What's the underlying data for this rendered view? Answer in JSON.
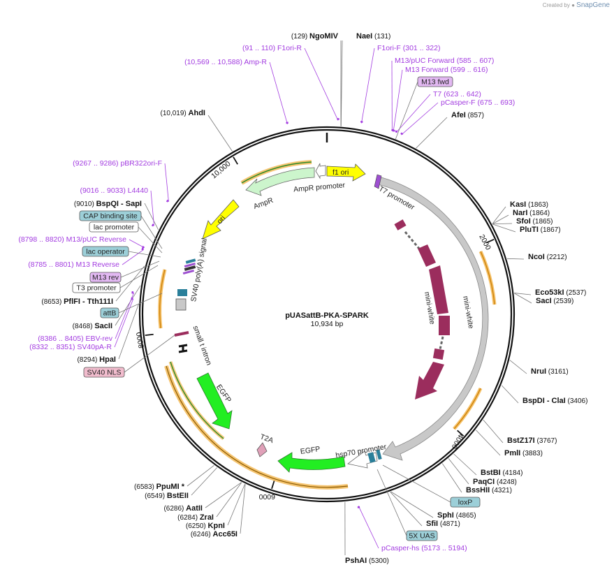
{
  "app": {
    "credit_label": "Created by",
    "credit_brand": "SnapGene"
  },
  "plasmid": {
    "name": "pUASattB-PKA-SPARK",
    "size_label": "10,934 bp"
  },
  "colors": {
    "backbone": "#111111",
    "primer": "#a23be0",
    "orange": "#f2b040",
    "grey": "#c8c8c8",
    "ori": "#ffff00",
    "ampr": "#ccf5cc",
    "egfp": "#22ee22",
    "maroon": "#9b2d5d",
    "teal": "#2a7f9a",
    "box_blue": "#9ccfd8",
    "box_purple": "#e2b8f2",
    "box_pink": "#f1bccd"
  },
  "ticks": [
    {
      "label": "2000",
      "bp": 2000
    },
    {
      "label": "4000",
      "bp": 4000
    },
    {
      "label": "6000",
      "bp": 6000
    },
    {
      "label": "8000",
      "bp": 8000
    },
    {
      "label": "10,000",
      "bp": 10000
    }
  ],
  "enzymes": [
    {
      "id": "ngomiv",
      "name": "NgoMIV",
      "pos": "(129)",
      "bp": 129,
      "side": "left"
    },
    {
      "id": "naei",
      "name": "NaeI",
      "pos": "(131)",
      "bp": 131,
      "side": "right"
    },
    {
      "id": "afei",
      "name": "AfeI",
      "pos": "(857)",
      "bp": 857,
      "side": "right"
    },
    {
      "id": "kasi",
      "name": "KasI",
      "pos": "(1863)",
      "bp": 1863,
      "side": "right"
    },
    {
      "id": "nari",
      "name": "NarI",
      "pos": "(1864)",
      "bp": 1864,
      "side": "right"
    },
    {
      "id": "sfoi",
      "name": "SfoI",
      "pos": "(1865)",
      "bp": 1865,
      "side": "right"
    },
    {
      "id": "pluti",
      "name": "PluTI",
      "pos": "(1867)",
      "bp": 1867,
      "side": "right"
    },
    {
      "id": "ncoi",
      "name": "NcoI",
      "pos": "(2212)",
      "bp": 2212,
      "side": "right"
    },
    {
      "id": "eco53ki",
      "name": "Eco53kI",
      "pos": "(2537)",
      "bp": 2537,
      "side": "right"
    },
    {
      "id": "saci",
      "name": "SacI",
      "pos": "(2539)",
      "bp": 2539,
      "side": "right"
    },
    {
      "id": "nrui",
      "name": "NruI",
      "pos": "(3161)",
      "bp": 3161,
      "side": "right"
    },
    {
      "id": "bspdi",
      "name": "BspDI - ClaI",
      "pos": "(3406)",
      "bp": 3406,
      "side": "right"
    },
    {
      "id": "bstz17i",
      "name": "BstZ17I",
      "pos": "(3767)",
      "bp": 3767,
      "side": "right"
    },
    {
      "id": "pmli",
      "name": "PmlI",
      "pos": "(3883)",
      "bp": 3883,
      "side": "right"
    },
    {
      "id": "bstbi",
      "name": "BstBI",
      "pos": "(4184)",
      "bp": 4184,
      "side": "right"
    },
    {
      "id": "paqci",
      "name": "PaqCI",
      "pos": "(4248)",
      "bp": 4248,
      "side": "right"
    },
    {
      "id": "bsshii",
      "name": "BssHII",
      "pos": "(4321)",
      "bp": 4321,
      "side": "right"
    },
    {
      "id": "sphi",
      "name": "SphI",
      "pos": "(4865)",
      "bp": 4865,
      "side": "right"
    },
    {
      "id": "sfii",
      "name": "SfiI",
      "pos": "(4871)",
      "bp": 4871,
      "side": "right"
    },
    {
      "id": "pshai",
      "name": "PshAI",
      "pos": "(5300)",
      "bp": 5300,
      "side": "right"
    },
    {
      "id": "ppumi",
      "name": "PpuMI *",
      "pos": "(6583)",
      "bp": 6583,
      "side": "left"
    },
    {
      "id": "bsteii",
      "name": "BstEII",
      "pos": "(6549)",
      "bp": 6549,
      "side": "left"
    },
    {
      "id": "aatii",
      "name": "AatII",
      "pos": "(6286)",
      "bp": 6286,
      "side": "left"
    },
    {
      "id": "zrai",
      "name": "ZraI",
      "pos": "(6284)",
      "bp": 6284,
      "side": "left"
    },
    {
      "id": "kpni",
      "name": "KpnI",
      "pos": "(6250)",
      "bp": 6250,
      "side": "left"
    },
    {
      "id": "acc65i",
      "name": "Acc65I",
      "pos": "(6246)",
      "bp": 6246,
      "side": "left"
    },
    {
      "id": "hpai",
      "name": "HpaI",
      "pos": "(8294)",
      "bp": 8294,
      "side": "left"
    },
    {
      "id": "sacii",
      "name": "SacII",
      "pos": "(8468)",
      "bp": 8468,
      "side": "left"
    },
    {
      "id": "pflfi",
      "name": "PflFI - Tth111I",
      "pos": "(8653)",
      "bp": 8653,
      "side": "left"
    },
    {
      "id": "bspqi",
      "name": "BspQI - SapI",
      "pos": "(9010)",
      "bp": 9010,
      "side": "left"
    },
    {
      "id": "ahdi",
      "name": "AhdI",
      "pos": "(10,019)",
      "bp": 10019,
      "side": "left"
    }
  ],
  "primers": [
    {
      "id": "f1ori-r",
      "name": "F1ori-R",
      "range": "(91 .. 110)",
      "bp": 100,
      "side": "left"
    },
    {
      "id": "amp-r",
      "name": "Amp-R",
      "range": "(10,569 .. 10,588)",
      "bp": 10578,
      "side": "left"
    },
    {
      "id": "f1ori-f",
      "name": "F1ori-F",
      "range": "(301 .. 322)",
      "bp": 311,
      "side": "right"
    },
    {
      "id": "m13puc-fwd",
      "name": "M13/pUC Forward",
      "range": "(585 .. 607)",
      "bp": 596,
      "side": "right"
    },
    {
      "id": "m13-forward",
      "name": "M13 Forward",
      "range": "(599 .. 616)",
      "bp": 607,
      "side": "right"
    },
    {
      "id": "t7",
      "name": "T7",
      "range": "(623 .. 642)",
      "bp": 632,
      "side": "right"
    },
    {
      "id": "pcasper-f",
      "name": "pCasper-F",
      "range": "(675 .. 693)",
      "bp": 684,
      "side": "right"
    },
    {
      "id": "pcasper-hs",
      "name": "pCasper-hs",
      "range": "(5173 .. 5194)",
      "bp": 5183,
      "side": "right"
    },
    {
      "id": "pbr322ori-f",
      "name": "pBR322ori-F",
      "range": "(9267 .. 9286)",
      "bp": 9276,
      "side": "left"
    },
    {
      "id": "l4440",
      "name": "L4440",
      "range": "(9016 .. 9033)",
      "bp": 9024,
      "side": "left"
    },
    {
      "id": "m13puc-rev",
      "name": "M13/pUC Reverse",
      "range": "(8798 .. 8820)",
      "bp": 8809,
      "side": "left"
    },
    {
      "id": "m13-reverse",
      "name": "M13 Reverse",
      "range": "(8785 .. 8801)",
      "bp": 8793,
      "side": "left"
    },
    {
      "id": "ebv-rev",
      "name": "EBV-rev",
      "range": "(8386 .. 8405)",
      "bp": 8395,
      "side": "left"
    },
    {
      "id": "sv40pa-r",
      "name": "SV40pA-R",
      "range": "(8332 .. 8351)",
      "bp": 8341,
      "side": "left"
    }
  ],
  "boxes": [
    {
      "id": "m13fwd",
      "name": "M13 fwd",
      "style": "purple"
    },
    {
      "id": "cap",
      "name": "CAP binding site",
      "style": "blue"
    },
    {
      "id": "lacprom",
      "name": "lac promoter",
      "style": "white"
    },
    {
      "id": "lacop",
      "name": "lac operator",
      "style": "blue"
    },
    {
      "id": "m13rev",
      "name": "M13 rev",
      "style": "purple"
    },
    {
      "id": "t3",
      "name": "T3 promoter",
      "style": "white"
    },
    {
      "id": "attb",
      "name": "attB",
      "style": "blue"
    },
    {
      "id": "sv40nls",
      "name": "SV40 NLS",
      "style": "pink"
    },
    {
      "id": "loxp",
      "name": "loxP",
      "style": "blue"
    },
    {
      "id": "uas",
      "name": "5X UAS",
      "style": "blue"
    }
  ],
  "features": [
    {
      "id": "f1ori",
      "name": "f1 ori"
    },
    {
      "id": "ampr-prom",
      "name": "AmpR promoter"
    },
    {
      "id": "ampr",
      "name": "AmpR"
    },
    {
      "id": "ori",
      "name": "ori"
    },
    {
      "id": "t7prom",
      "name": "T7 promoter"
    },
    {
      "id": "miniwhite-grey",
      "name": "mini-white"
    },
    {
      "id": "miniwhite-inner",
      "name": "mini-white"
    },
    {
      "id": "sv40pa",
      "name": "SV40 poly(A) signal"
    },
    {
      "id": "smallt",
      "name": "small t intron"
    },
    {
      "id": "egfp1",
      "name": "EGFP"
    },
    {
      "id": "egfp2",
      "name": "EGFP"
    },
    {
      "id": "t2a",
      "name": "T2A"
    },
    {
      "id": "hsp70",
      "name": "hsp70 promoter"
    }
  ]
}
